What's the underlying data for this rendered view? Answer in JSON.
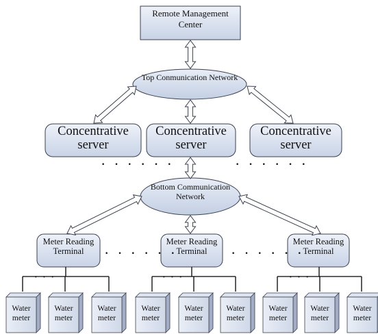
{
  "nodes": {
    "remote_center": "Remote Management Center",
    "top_network": "Top Conmunication Network",
    "concentrative_server": "Concentrative server",
    "bottom_network": "Bottom Communication Network",
    "meter_reading_terminal": "Meter Reading Terminal",
    "water_meter": "Water meter"
  },
  "ellipsis": {
    "long": "· · · · · ·",
    "short": "· · ·"
  },
  "colors": {
    "box_fill_light": "#e6ecf6",
    "box_fill_dark": "#c3cfe3",
    "box_stroke": "#3a3f4d",
    "meter_side": "#a3aec6",
    "line": "#000000"
  }
}
